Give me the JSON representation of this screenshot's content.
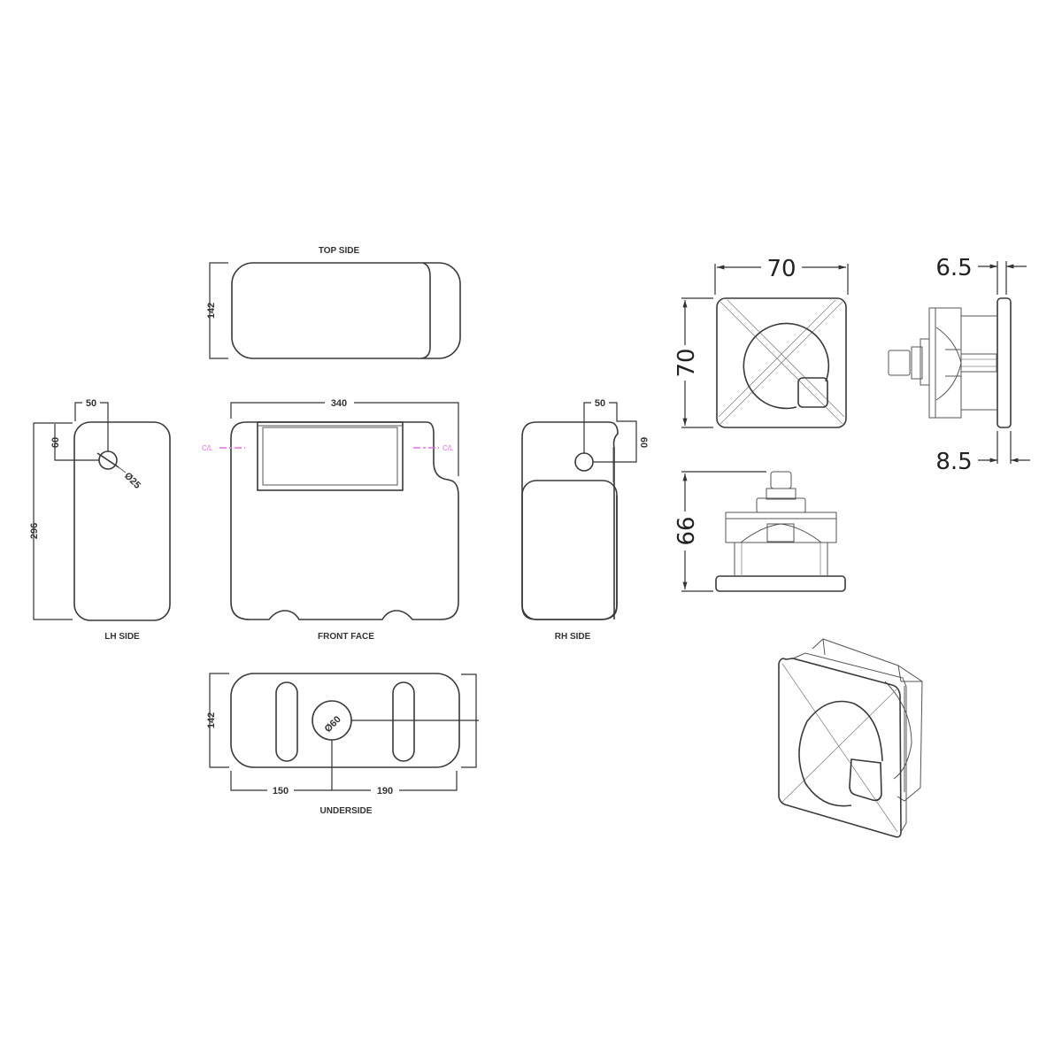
{
  "views": {
    "top_side": {
      "label": "TOP SIDE",
      "dim_depth": "142"
    },
    "lh_side": {
      "label": "LH SIDE",
      "dim_height": "296",
      "dim_hole_x": "50",
      "dim_hole_y": "60",
      "hole_diameter": "Ø25"
    },
    "front_face": {
      "label": "FRONT FACE",
      "dim_width": "340",
      "centreline_left": "C/L",
      "centreline_right": "C/L"
    },
    "rh_side": {
      "label": "RH SIDE",
      "dim_hole_x": "50",
      "dim_hole_y": "60"
    },
    "underside": {
      "label": "UNDERSIDE",
      "dim_depth": "142",
      "dim_left": "150",
      "dim_right": "190",
      "hole_diameter": "Ø60"
    }
  },
  "flush_button": {
    "front": {
      "dim_width": "70",
      "dim_height": "70"
    },
    "side": {
      "dim_top": "6.5",
      "dim_bottom": "8.5"
    },
    "top": {
      "dim_depth": "66"
    },
    "isometric": {}
  },
  "colors": {
    "line": "#3a3a3a",
    "centreline": "#e070e0",
    "background": "#ffffff"
  }
}
